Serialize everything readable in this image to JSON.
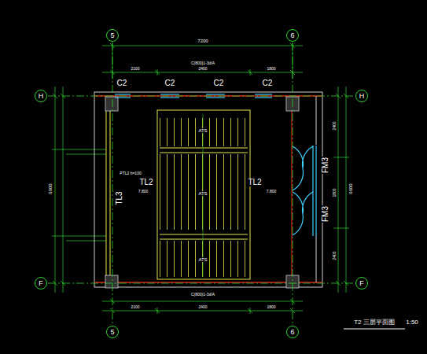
{
  "diagram": {
    "title": "T2 三层平面图",
    "nodes": [
      {
        "text": [
          "5"
        ]
      },
      {
        "text": [
          "6"
        ]
      },
      {
        "text": [
          "H"
        ]
      },
      {
        "text": [
          "H"
        ]
      },
      {
        "text": [
          "F"
        ]
      },
      {
        "text": [
          "F"
        ]
      },
      {
        "text": [
          "5"
        ]
      },
      {
        "text": [
          "6"
        ]
      }
    ],
    "edges": [
      {
        "from": 0,
        "to": 6,
        "arrow": "none"
      },
      {
        "from": 1,
        "to": 7,
        "arrow": "none"
      },
      {
        "from": 2,
        "to": 3,
        "arrow": "none"
      },
      {
        "from": 4,
        "to": 5,
        "arrow": "none"
      }
    ],
    "labels": [
      "C2",
      "C2",
      "C2",
      "C2",
      "TL2",
      "TL2",
      "TL3",
      "FM3",
      "FM3",
      "ATS",
      "ATS",
      "ATS",
      "PTL2 h=100",
      "7.800",
      "7.800",
      "7200",
      "C(800)1-3d/A",
      "2100",
      "2400",
      "1800",
      "C(800)1-3d/A",
      "2100",
      "2400",
      "1800",
      "6600",
      "6600",
      "2400",
      "1800",
      "2400",
      "1:50"
    ]
  }
}
